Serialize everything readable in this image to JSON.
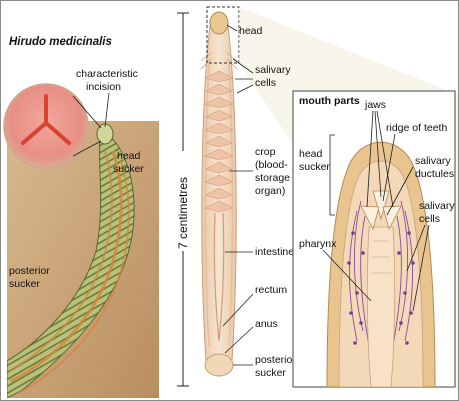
{
  "species": "Hirudo medicinalis",
  "left_labels": {
    "incision": [
      "characteristic",
      "incision"
    ],
    "head_sucker": [
      "head",
      "sucker"
    ],
    "posterior_sucker": [
      "posterior",
      "sucker"
    ]
  },
  "scale": "7 centimetres",
  "body_labels": {
    "head": "head",
    "salivary_cells": [
      "salivary",
      "cells"
    ],
    "crop": [
      "crop",
      "(blood-",
      "storage",
      "organ)"
    ],
    "intestine": "intestine",
    "rectum": "rectum",
    "anus": "anus",
    "posterior_sucker": [
      "posterior",
      "sucker"
    ]
  },
  "mouth_parts": {
    "title": "mouth parts",
    "jaws": "jaws",
    "ridge": "ridge of teeth",
    "head_sucker": [
      "head",
      "sucker"
    ],
    "salivary_ductules": [
      "salivary",
      "ductules"
    ],
    "salivary_cells": [
      "salivary",
      "cells"
    ],
    "pharynx": "pharynx"
  },
  "colors": {
    "tan_background": "#c9a77e",
    "leech_green": "#b8c27a",
    "leech_stripe": "#d9823f",
    "crop_pink": "#f0c9b0",
    "salivary_purple": "#8a4a9e"
  }
}
